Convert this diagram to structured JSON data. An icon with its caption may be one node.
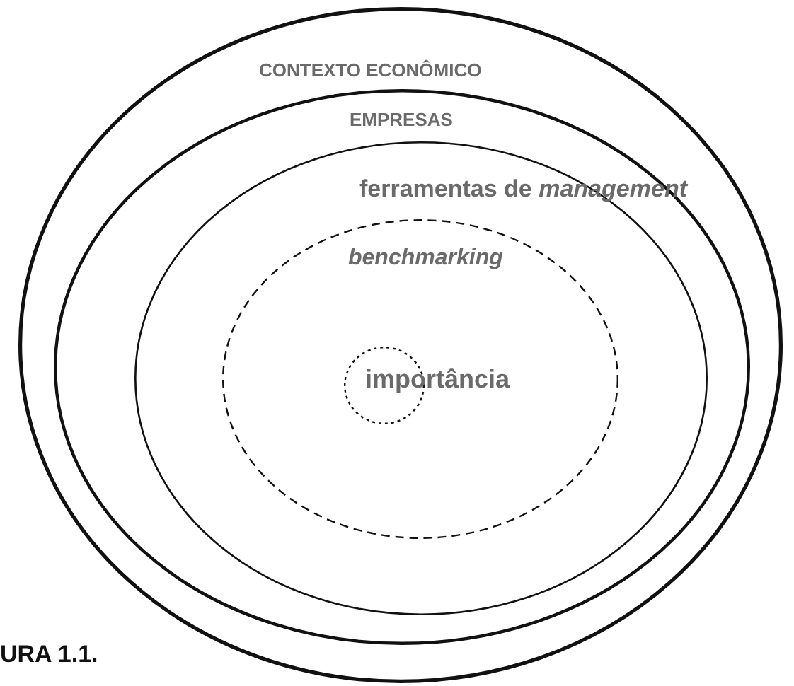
{
  "diagram": {
    "caption": "URA 1.1.",
    "nodes": [
      {
        "text": [
          "CONTEXTO ECONÔMICO"
        ]
      },
      {
        "text": [
          "EMPRESAS"
        ],
        "in": 0
      },
      {
        "text": [
          "ferramentas de *management*"
        ],
        "in": 1
      },
      {
        "text": [
          "benchmarking"
        ],
        "in": 2
      },
      {
        "text": [
          "importância"
        ],
        "in": 3
      }
    ]
  }
}
